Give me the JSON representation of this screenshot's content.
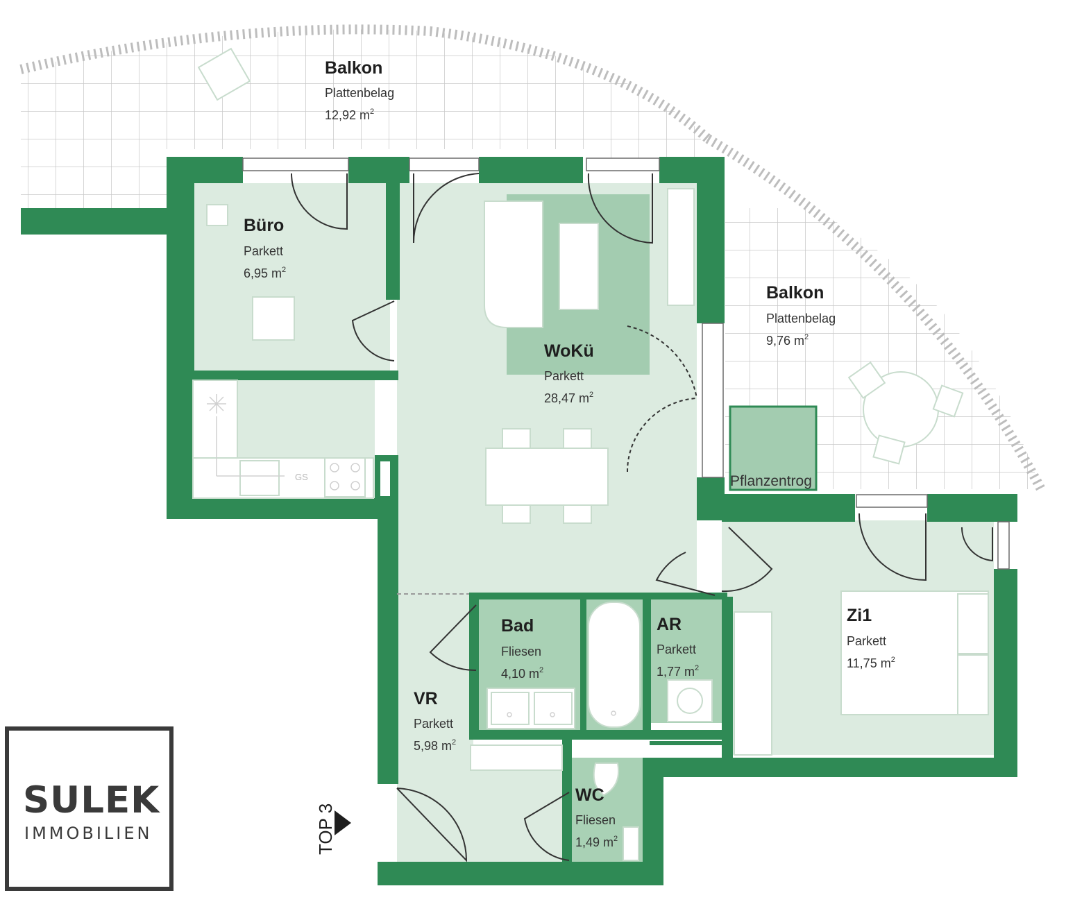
{
  "colors": {
    "wall": "#2f8a55",
    "room_fill": "#dcebe0",
    "wet_fill": "#a9d1b5",
    "accent_fill": "#a3ccb0",
    "balcony_grid": "#c9c9c9",
    "logo": "#3a3a3a"
  },
  "rooms": {
    "balkon1": {
      "name": "Balkon",
      "material": "Plattenbelag",
      "area": "12,92 m",
      "unit_sup": "2"
    },
    "balkon2": {
      "name": "Balkon",
      "material": "Plattenbelag",
      "area": "9,76 m",
      "unit_sup": "2"
    },
    "buero": {
      "name": "Büro",
      "material": "Parkett",
      "area": "6,95 m",
      "unit_sup": "2"
    },
    "woku": {
      "name": "WoKü",
      "material": "Parkett",
      "area": "28,47 m",
      "unit_sup": "2"
    },
    "bad": {
      "name": "Bad",
      "material": "Fliesen",
      "area": "4,10 m",
      "unit_sup": "2"
    },
    "ar": {
      "name": "AR",
      "material": "Parkett",
      "area": "1,77 m",
      "unit_sup": "2"
    },
    "zi1": {
      "name": "Zi1",
      "material": "Parkett",
      "area": "11,75 m",
      "unit_sup": "2"
    },
    "vr": {
      "name": "VR",
      "material": "Parkett",
      "area": "5,98 m",
      "unit_sup": "2"
    },
    "wc": {
      "name": "WC",
      "material": "Fliesen",
      "area": "1,49 m",
      "unit_sup": "2"
    }
  },
  "labels": {
    "pflanzentrog": "Pflanzentrog",
    "gs": "GS",
    "entrance": "TOP 3"
  },
  "logo": {
    "main": "SULEK",
    "sub": "IMMOBILIEN"
  },
  "icons": {
    "entrance_arrow": "triangle-right"
  }
}
